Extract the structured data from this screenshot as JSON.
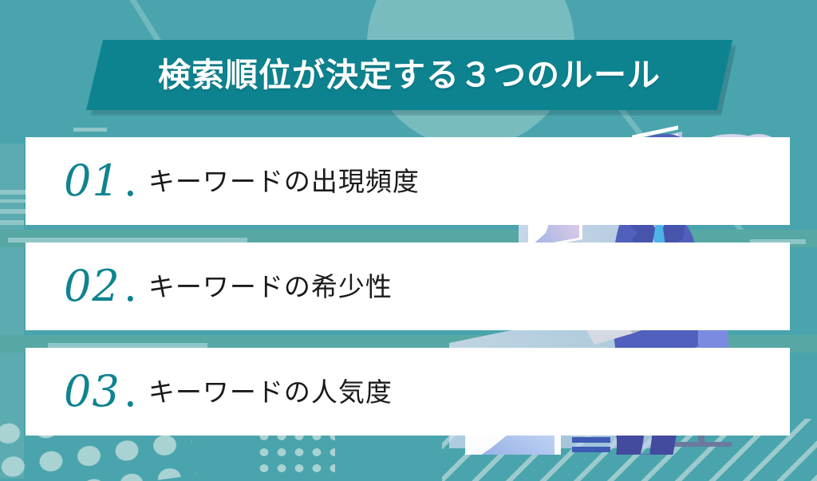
{
  "slide": {
    "title": "検索順位が決定する３つのルール",
    "background_color": "#4aa4ad",
    "banner_color": "#0d8390",
    "accent_color": "#0f8490",
    "card_color": "#ffffff"
  },
  "items": [
    {
      "number": "01",
      "separator": ".",
      "label": "キーワードの出現頻度"
    },
    {
      "number": "02",
      "separator": ".",
      "label": "キーワードの希少性"
    },
    {
      "number": "03",
      "separator": ".",
      "label": "キーワードの人気度"
    }
  ],
  "illustration": {
    "name": "businessman-with-laptop-and-data-dashboards",
    "elements": [
      "thought-bubble-icon",
      "monitor-panel-icon",
      "bar-chart-icon",
      "pie-chart-icon",
      "donut-chart-icon",
      "area-chart-icon",
      "laptop-icon",
      "office-chair-icon"
    ]
  }
}
